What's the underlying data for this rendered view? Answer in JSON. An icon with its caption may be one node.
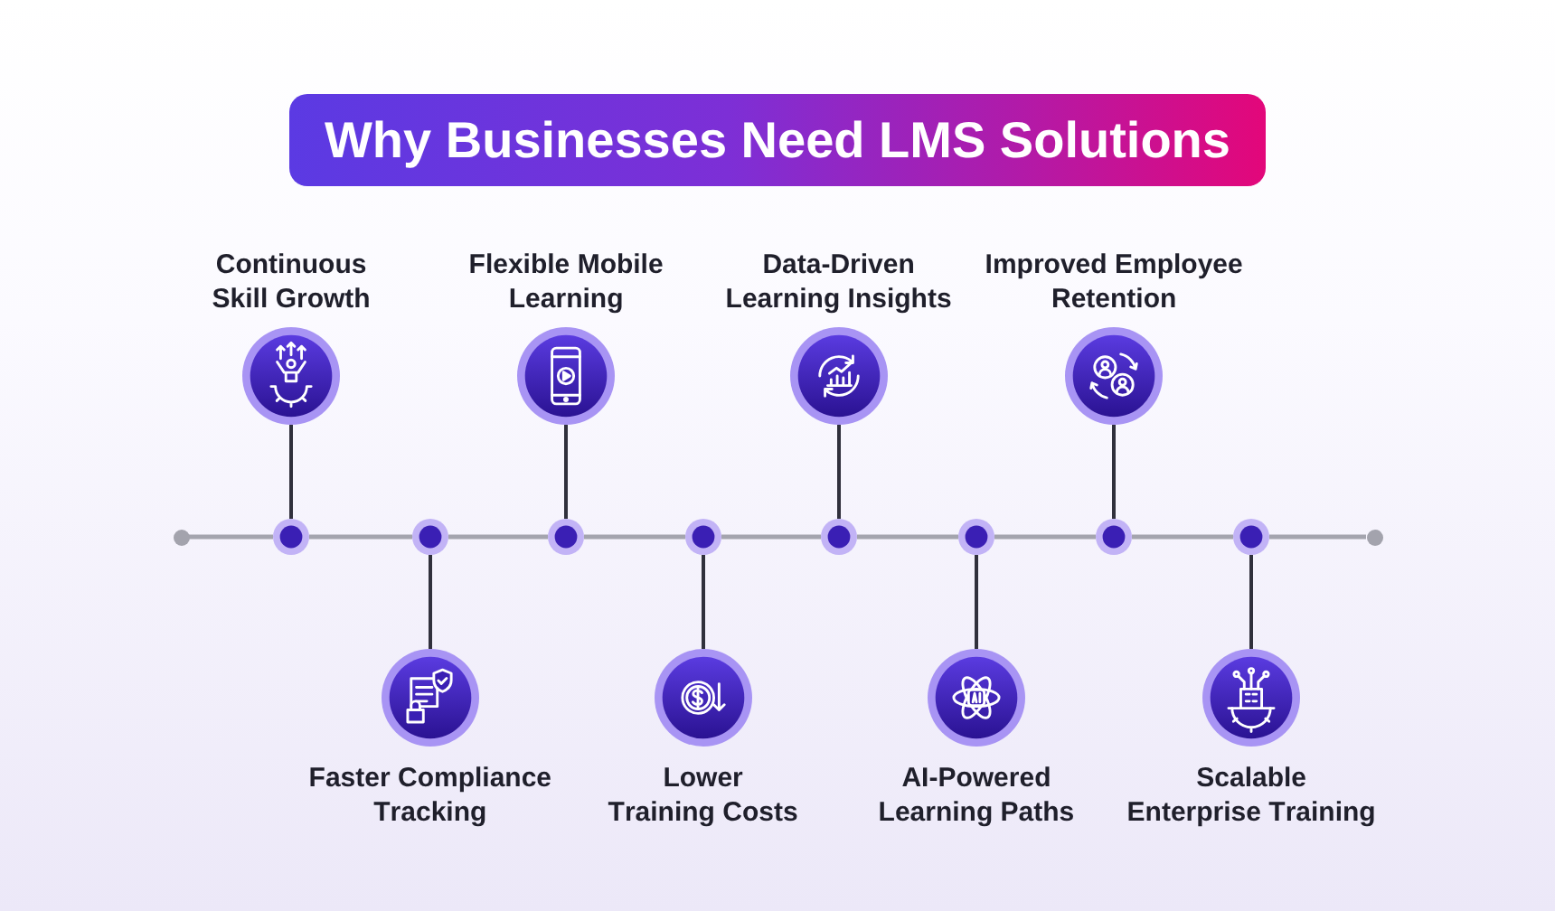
{
  "diagram": {
    "title": "Why Businesses Need LMS Solutions",
    "nodes": [
      {
        "text": [],
        "shape": "circle"
      },
      {
        "text": [],
        "shape": "circle"
      },
      {
        "text": [
          "Continuous Skill Growth"
        ]
      },
      {
        "text": [],
        "shape": "circle"
      },
      {
        "text": [
          "Faster Compliance Tracking"
        ]
      },
      {
        "text": [],
        "shape": "circle"
      },
      {
        "text": [
          "Flexible Mobile Learning"
        ]
      },
      {
        "text": [],
        "shape": "circle"
      },
      {
        "text": [
          "Lower Training Costs"
        ]
      },
      {
        "text": [],
        "shape": "circle"
      },
      {
        "text": [
          "Data-Driven Learning Insights"
        ]
      },
      {
        "text": [],
        "shape": "circle"
      },
      {
        "text": [
          "AI-Powered Learning Paths"
        ]
      },
      {
        "text": [],
        "shape": "circle"
      },
      {
        "text": [
          "Improved Employee Retention"
        ]
      },
      {
        "text": [],
        "shape": "circle"
      },
      {
        "text": [
          "Scalable Enterprise Training"
        ]
      },
      {
        "text": [],
        "shape": "circle"
      }
    ],
    "edges": [
      {
        "from": 0,
        "to": 1,
        "arrow": "none"
      },
      {
        "from": 1,
        "to": 3,
        "arrow": "none"
      },
      {
        "from": 3,
        "to": 5,
        "arrow": "none"
      },
      {
        "from": 5,
        "to": 7,
        "arrow": "none"
      },
      {
        "from": 7,
        "to": 9,
        "arrow": "none"
      },
      {
        "from": 9,
        "to": 11,
        "arrow": "none"
      },
      {
        "from": 11,
        "to": 13,
        "arrow": "none"
      },
      {
        "from": 13,
        "to": 15,
        "arrow": "none"
      },
      {
        "from": 15,
        "to": 17,
        "arrow": "none"
      },
      {
        "from": 1,
        "to": 2,
        "arrow": "none",
        "color": "#30303c"
      },
      {
        "from": 3,
        "to": 4,
        "arrow": "none",
        "color": "#30303c"
      },
      {
        "from": 5,
        "to": 6,
        "arrow": "none",
        "color": "#30303c"
      },
      {
        "from": 7,
        "to": 8,
        "arrow": "none",
        "color": "#30303c"
      },
      {
        "from": 9,
        "to": 10,
        "arrow": "none",
        "color": "#30303c"
      },
      {
        "from": 11,
        "to": 12,
        "arrow": "none",
        "color": "#30303c"
      },
      {
        "from": 13,
        "to": 14,
        "arrow": "none",
        "color": "#30303c"
      },
      {
        "from": 15,
        "to": 16,
        "arrow": "none",
        "color": "#30303c"
      }
    ]
  }
}
